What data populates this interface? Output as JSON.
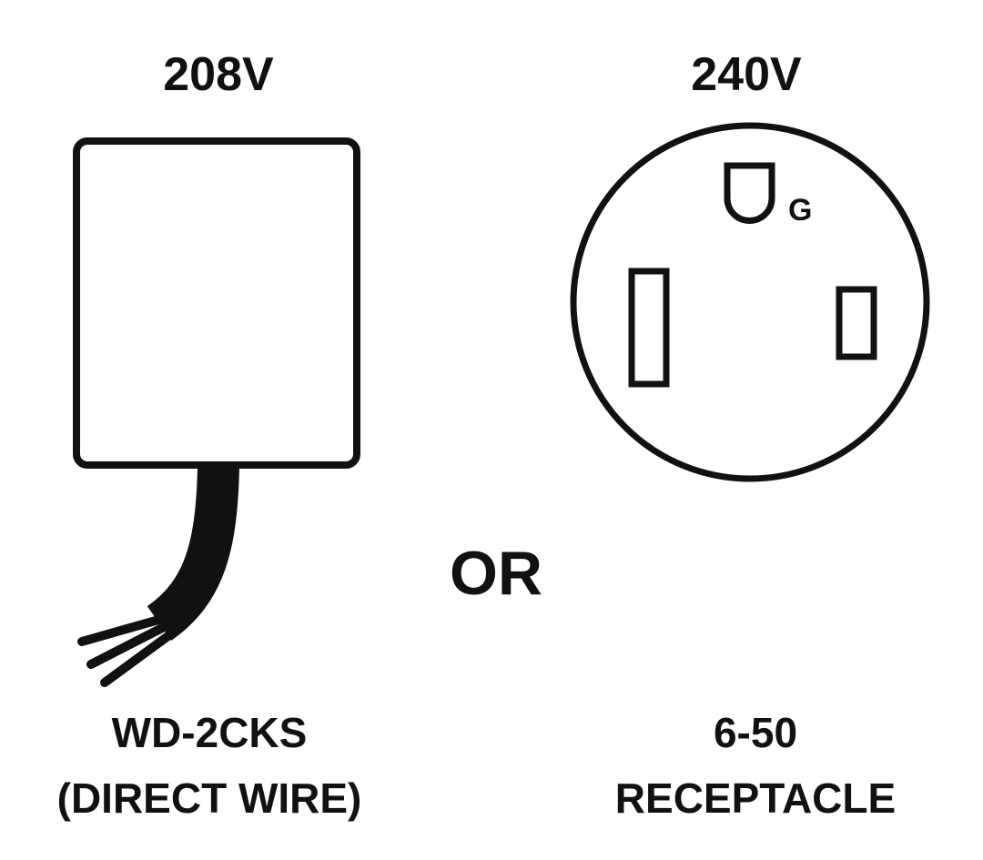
{
  "left": {
    "voltage": "208V",
    "caption_line1": "WD-2CKS",
    "caption_line2": "(DIRECT WIRE)"
  },
  "right": {
    "voltage": "240V",
    "caption_line1": "6-50",
    "caption_line2": "RECEPTACLE",
    "ground_marker": "G"
  },
  "separator": "OR",
  "colors": {
    "ink": "#111111",
    "background": "#ffffff"
  }
}
